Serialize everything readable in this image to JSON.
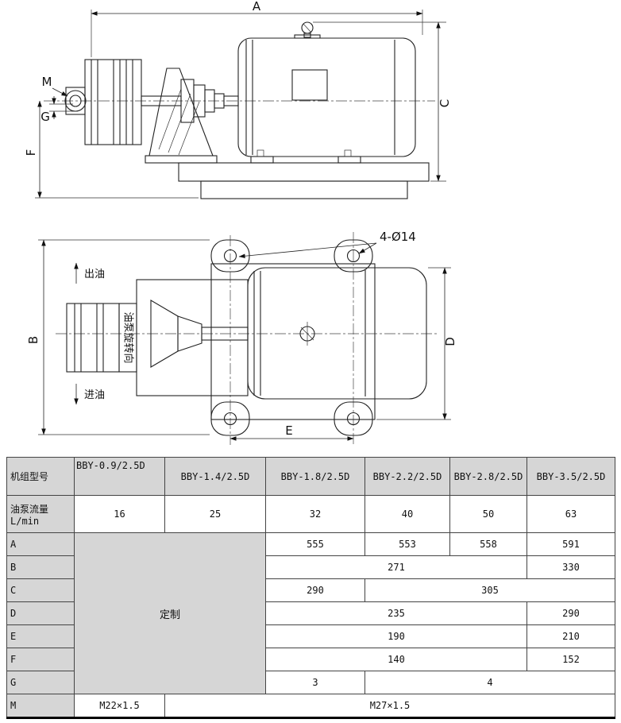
{
  "drawing": {
    "side_view": {
      "dim_a": "A",
      "dim_c": "C",
      "dim_f": "F",
      "dim_g": "G",
      "dim_m": "M"
    },
    "plan_view": {
      "dim_b": "B",
      "dim_d": "D",
      "dim_e": "E",
      "holes_note": "4-Ø14",
      "outlet": "出油",
      "inlet": "进油",
      "rotation": "油泵旋转向"
    }
  },
  "table": {
    "model_header": "机组型号",
    "models": [
      "BBY-0.9/2.5D",
      "BBY-1.4/2.5D",
      "BBY-1.8/2.5D",
      "BBY-2.2/2.5D",
      "BBY-2.8/2.5D",
      "BBY-3.5/2.5D"
    ],
    "flow_label_1": "油泵流量",
    "flow_label_2": "L/min",
    "flows": [
      "16",
      "25",
      "32",
      "40",
      "50",
      "63"
    ],
    "custom": "定制",
    "dims": {
      "A": {
        "label": "A",
        "cells": [
          "555",
          "553",
          "558",
          "591"
        ]
      },
      "B": {
        "label": "B",
        "v1": "271",
        "v2": "330"
      },
      "C": {
        "label": "C",
        "v1": "290",
        "v2": "305"
      },
      "D": {
        "label": "D",
        "v1": "235",
        "v2": "290"
      },
      "E": {
        "label": "E",
        "v1": "190",
        "v2": "210"
      },
      "F": {
        "label": "F",
        "v1": "140",
        "v2": "152"
      },
      "G": {
        "label": "G",
        "v1": "3",
        "v2": "4"
      },
      "M": {
        "label": "M",
        "v1": "M22×1.5",
        "v2": "M27×1.5"
      }
    }
  }
}
